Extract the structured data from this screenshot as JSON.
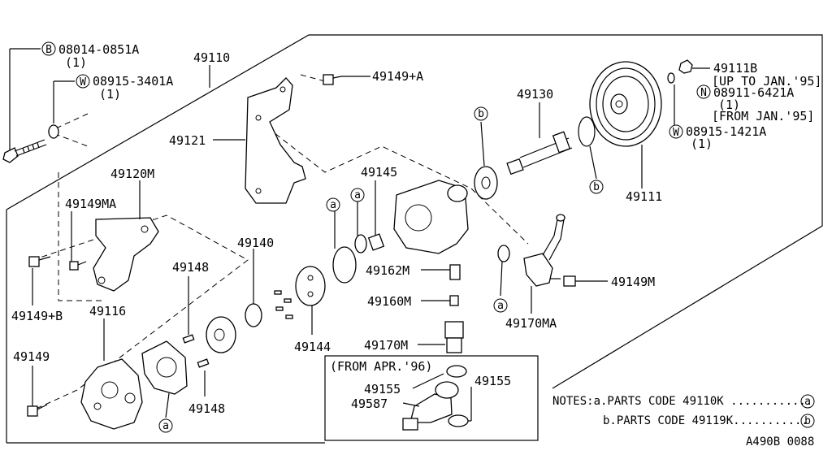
{
  "labels": {
    "bolt_b_code": "08014-0851A",
    "bolt_b_qty": "(1)",
    "washer_w1_code": "08915-3401A",
    "washer_w1_qty": "(1)",
    "p49110": "49110",
    "p49149_a": "49149+A",
    "p49121": "49121",
    "p49120m": "49120M",
    "p49149ma": "49149MA",
    "p49149_b": "49149+B",
    "p49116": "49116",
    "p49149": "49149",
    "p49148_top": "49148",
    "p49148_bot": "49148",
    "p49140": "49140",
    "p49144": "49144",
    "p49145": "49145",
    "p49162m": "49162M",
    "p49160m": "49160M",
    "p49170m": "49170M",
    "p49170ma": "49170MA",
    "p49149m": "49149M",
    "p49130": "49130",
    "p49111": "49111",
    "p49111b": "49111B",
    "up_to": "[UP TO JAN.'95]",
    "nut_code": "08911-6421A",
    "nut_qty": "(1)",
    "from_jan": "[FROM JAN.'95]",
    "washer_w2_code": "08915-1421A",
    "washer_w2_qty": "(1)",
    "inset_title": "(FROM APR.'96)",
    "p49155_left": "49155",
    "p49155_right": "49155",
    "p49587": "49587",
    "notes_a": "NOTES:a.PARTS CODE 49110K ............",
    "notes_b": "b.PARTS CODE 49119K...........",
    "diagram_code": "A490B 0088"
  },
  "markers": {
    "B": "B",
    "W": "W",
    "N": "N",
    "a": "a",
    "b": "b"
  }
}
